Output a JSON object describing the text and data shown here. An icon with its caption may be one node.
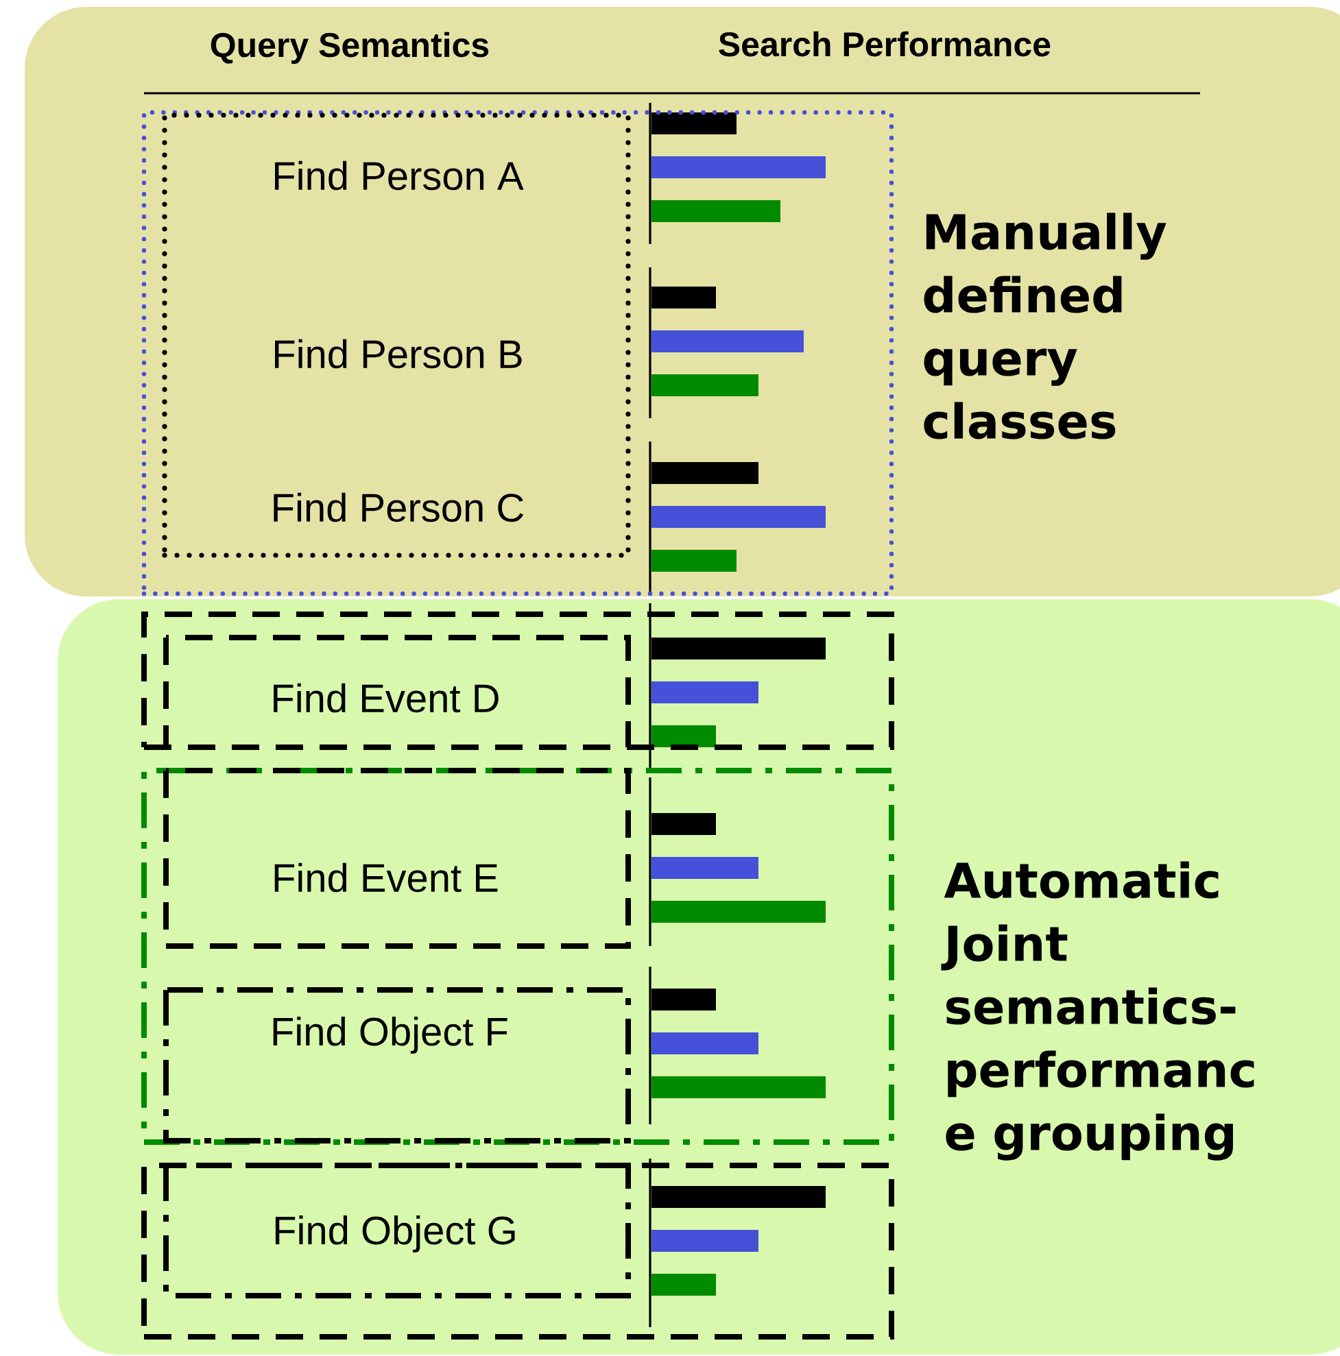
{
  "diagram": {
    "nodes": [
      {
        "text": [
          "Manually defined query classes"
        ]
      },
      {
        "text": [
          "Automatic Joint semantics- performanc e grouping"
        ]
      },
      {
        "text": [],
        "shape": "box",
        "in": 0
      },
      {
        "text": [],
        "shape": "box",
        "in": 2
      },
      {
        "text": [
          "Find Person A"
        ],
        "in": 3
      },
      {
        "text": [
          "Find Person B"
        ],
        "in": 3
      },
      {
        "text": [
          "Find Person C"
        ],
        "in": 3
      },
      {
        "text": [],
        "shape": "box",
        "in": 1
      },
      {
        "text": [
          "Find Event D"
        ],
        "in": 7
      },
      {
        "text": [],
        "shape": "box",
        "in": 1
      },
      {
        "text": [
          "Find Event E"
        ],
        "in": 9
      },
      {
        "text": [
          "Find Object F"
        ],
        "in": 9
      },
      {
        "text": [],
        "shape": "box",
        "in": 1
      },
      {
        "text": [
          "Find Object G"
        ],
        "in": 12
      }
    ],
    "edges": [],
    "labels": [
      "Query Semantics",
      "Search Performance"
    ]
  }
}
